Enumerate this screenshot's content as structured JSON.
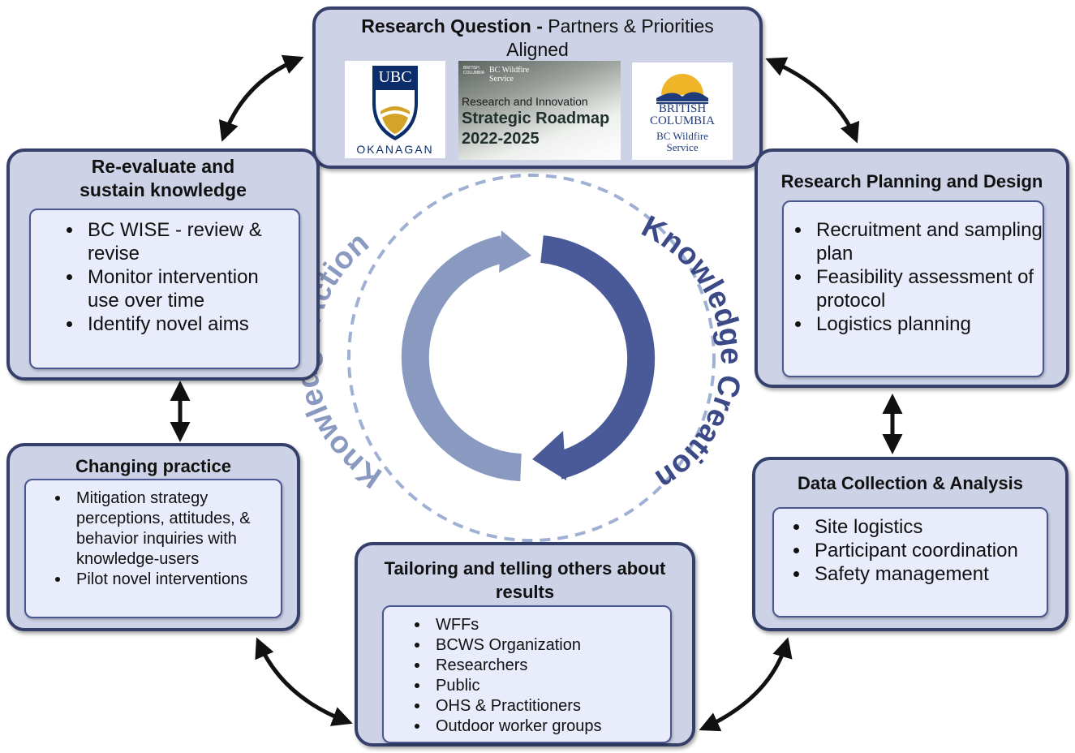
{
  "top": {
    "title_bold": "Research Question -",
    "title_rest": " Partners & Priorities",
    "title_line2": "Aligned",
    "ubc": {
      "mark": "UBC",
      "campus": "OKANAGAN"
    },
    "roadmap": {
      "gov": "BRITISH COLUMBIA",
      "service": "BC Wildfire Service",
      "sub": "Research and Innovation",
      "title": "Strategic Roadmap",
      "years": "2022-2025"
    },
    "bcws": {
      "line1": "BRITISH",
      "line2": "COLUMBIA",
      "line3": "BC Wildfire",
      "line4": "Service"
    }
  },
  "planning": {
    "title": "Research Planning and Design",
    "items": [
      "Recruitment and sampling plan",
      "Feasibility assessment of protocol",
      "Logistics planning"
    ]
  },
  "collection": {
    "title": "Data Collection & Analysis",
    "items": [
      "Site logistics",
      "Participant coordination",
      "Safety management"
    ]
  },
  "tailoring": {
    "title": "Tailoring and telling others about results",
    "items": [
      "WFFs",
      "BCWS Organization",
      "Researchers",
      "Public",
      "OHS & Practitioners",
      "Outdoor worker groups"
    ]
  },
  "changing": {
    "title": "Changing practice",
    "items": [
      "Mitigation strategy perceptions, attitudes, & behavior inquiries with knowledge-users",
      "Pilot novel interventions"
    ]
  },
  "reevaluate": {
    "title": "Re-evaluate and sustain knowledge",
    "items": [
      "BC WISE - review & revise",
      "Monitor intervention use over time",
      "Identify novel aims"
    ]
  },
  "cycle": {
    "action": "Knowledge Action",
    "creation": "Knowledge Creation"
  },
  "colors": {
    "box_fill": "#cdd2e6",
    "box_border": "#34406a",
    "inner_fill": "#e9ecfb",
    "action_arrow": "#8a99bf",
    "creation_arrow": "#4a5a98",
    "action_text": "#8a99bf",
    "creation_text": "#3b4a86",
    "dashed_circle": "#9fb0d4",
    "connector": "#111111"
  }
}
